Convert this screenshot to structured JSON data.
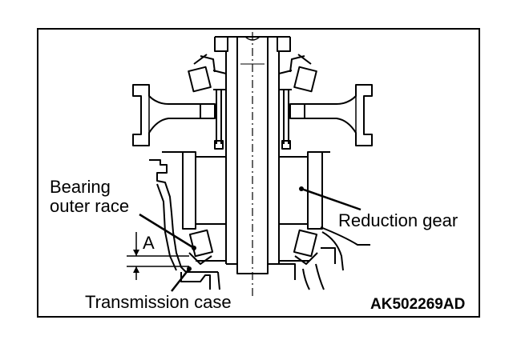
{
  "labels": {
    "bearing_line1": "Bearing",
    "bearing_line2": "outer race",
    "reduction_gear": "Reduction gear",
    "transmission_case": "Transmission case",
    "dimension": "A"
  },
  "figure_code": "AK502269AD"
}
